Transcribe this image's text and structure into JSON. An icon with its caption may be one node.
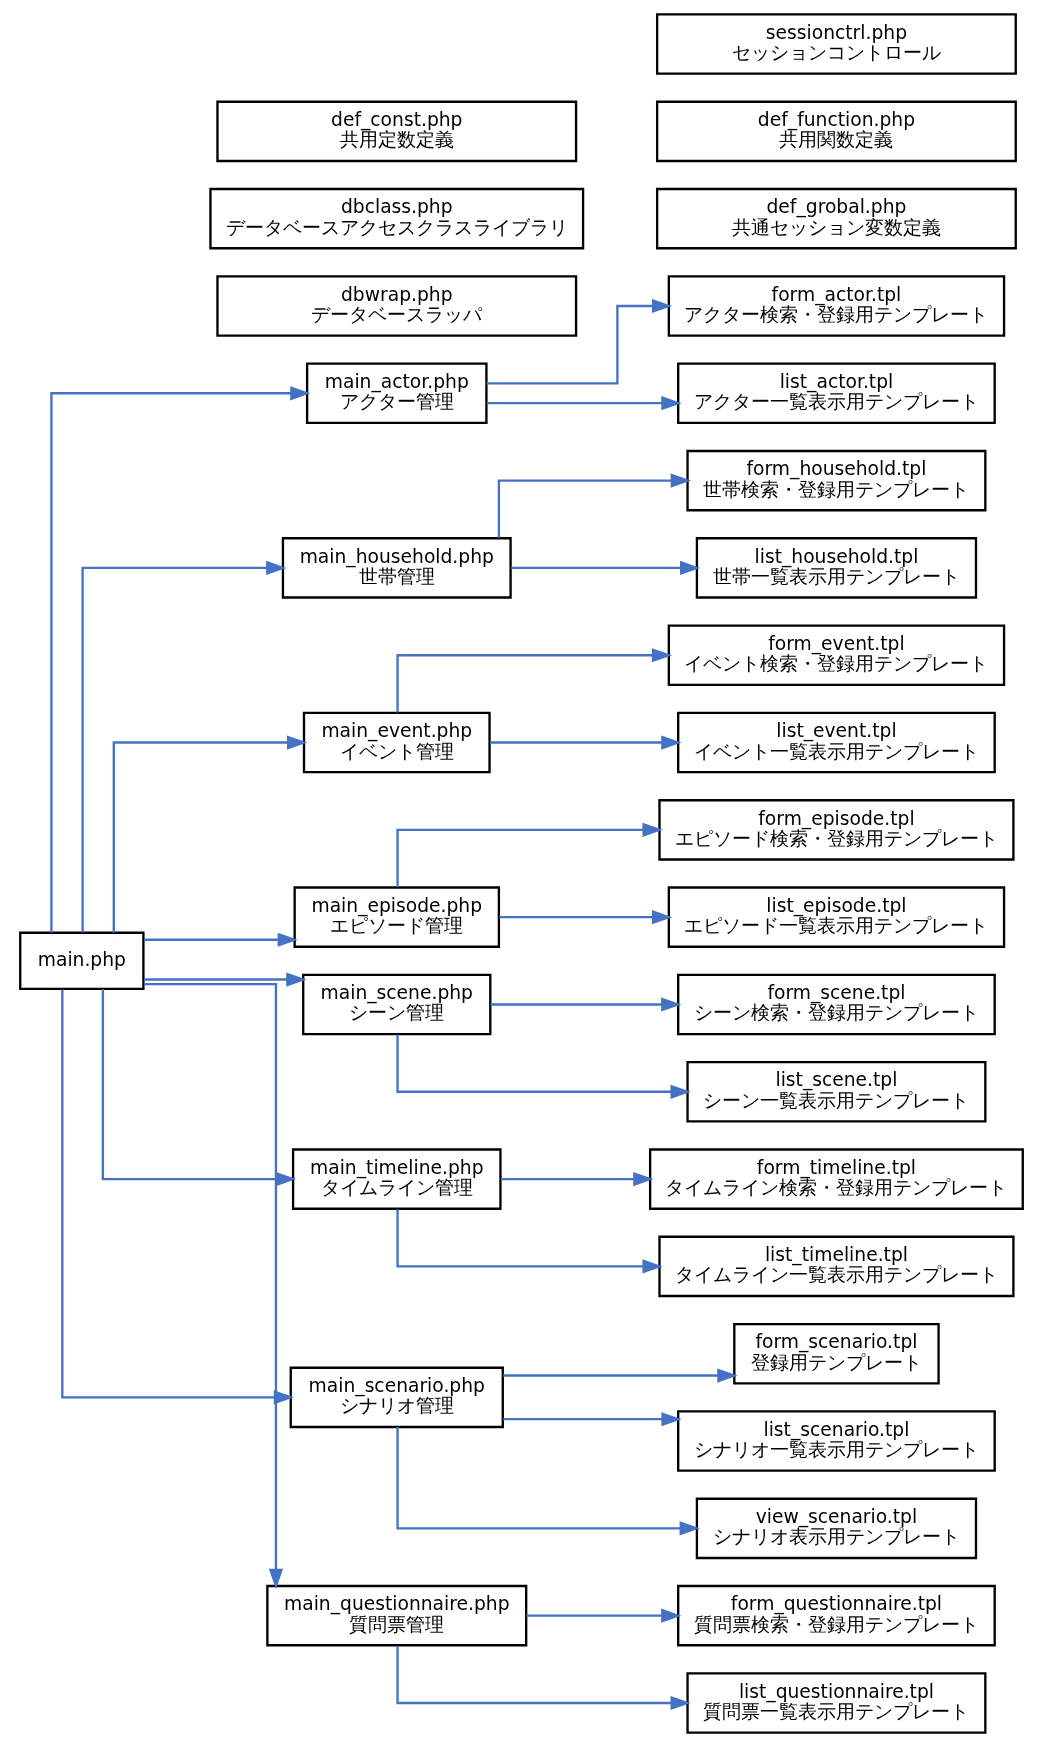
{
  "diagram": {
    "nodes": [
      {
        "text": [
          "main.php"
        ]
      },
      {
        "text": [
          "dbwrap.php データベースラッパ"
        ]
      },
      {
        "text": [
          "def_grobal.php 共通セッション変数定義"
        ]
      },
      {
        "text": [
          "dbclass.php データベースアクセスクラスライブラリ"
        ]
      },
      {
        "text": [
          "def_function.php 共用関数定義"
        ]
      },
      {
        "text": [
          "def_const.php 共用定数定義"
        ]
      },
      {
        "text": [
          "sessionctrl.php セッションコントロール"
        ]
      },
      {
        "text": [
          "main_actor.php アクター管理"
        ]
      },
      {
        "text": [
          "form_actor.tpl アクター検索・登録用テンプレート"
        ]
      },
      {
        "text": [
          "list_actor.tpl アクター一覧表示用テンプレート"
        ]
      },
      {
        "text": [
          "main_household.php 世帯管理"
        ]
      },
      {
        "text": [
          "form_household.tpl 世帯検索・登録用テンプレート"
        ]
      },
      {
        "text": [
          "list_household.tpl 世帯一覧表示用テンプレート"
        ]
      },
      {
        "text": [
          "main_event.php イベント管理"
        ]
      },
      {
        "text": [
          "form_event.tpl イベント検索・登録用テンプレート"
        ]
      },
      {
        "text": [
          "list_event.tpl イベント一覧表示用テンプレート"
        ]
      },
      {
        "text": [
          "main_episode.php エピソード管理"
        ]
      },
      {
        "text": [
          "form_episode.tpl エピソード検索・登録用テンプレート"
        ]
      },
      {
        "text": [
          "list_episode.tpl エピソード一覧表示用テンプレート"
        ]
      },
      {
        "text": [
          "main_scene.php シーン管理"
        ]
      },
      {
        "text": [
          "form_scene.tpl シーン検索・登録用テンプレート"
        ]
      },
      {
        "text": [
          "list_scene.tpl シーン一覧表示用テンプレート"
        ]
      },
      {
        "text": [
          "main_timeline.php タイムライン管理"
        ]
      },
      {
        "text": [
          "form_timeline.tpl タイムライン検索・登録用テンプレート"
        ]
      },
      {
        "text": [
          "list_timeline.tpl タイムライン一覧表示用テンプレート"
        ]
      },
      {
        "text": [
          "main_scenario.php シナリオ管理"
        ]
      },
      {
        "text": [
          "form_scenario.tpl 登録用テンプレート"
        ]
      },
      {
        "text": [
          "list_scenario.tpl シナリオ一覧表示用テンプレート"
        ]
      },
      {
        "text": [
          "view_scenario.tpl シナリオ表示用テンプレート"
        ]
      },
      {
        "text": [
          "main_questionnaire.php 質問票管理"
        ]
      },
      {
        "text": [
          "form_questionnaire.tpl 質問票検索・登録用テンプレート"
        ]
      },
      {
        "text": [
          "list_questionnaire.tpl 質問票一覧表示用テンプレート"
        ]
      }
    ],
    "edges": [
      {
        "from": 0,
        "to": 7,
        "arrow": "to"
      },
      {
        "from": 7,
        "to": 8,
        "arrow": "to"
      },
      {
        "from": 7,
        "to": 9,
        "arrow": "to"
      },
      {
        "from": 0,
        "to": 10,
        "arrow": "to"
      },
      {
        "from": 10,
        "to": 11,
        "arrow": "to"
      },
      {
        "from": 10,
        "to": 12,
        "arrow": "to"
      },
      {
        "from": 0,
        "to": 13,
        "arrow": "to"
      },
      {
        "from": 13,
        "to": 14,
        "arrow": "to"
      },
      {
        "from": 13,
        "to": 15,
        "arrow": "to"
      },
      {
        "from": 0,
        "to": 16,
        "arrow": "to"
      },
      {
        "from": 16,
        "to": 17,
        "arrow": "to"
      },
      {
        "from": 16,
        "to": 18,
        "arrow": "to"
      },
      {
        "from": 0,
        "to": 19,
        "arrow": "to"
      },
      {
        "from": 19,
        "to": 20,
        "arrow": "to"
      },
      {
        "from": 19,
        "to": 21,
        "arrow": "to"
      },
      {
        "from": 0,
        "to": 22,
        "arrow": "to"
      },
      {
        "from": 22,
        "to": 23,
        "arrow": "to"
      },
      {
        "from": 22,
        "to": 24,
        "arrow": "to"
      },
      {
        "from": 0,
        "to": 25,
        "arrow": "to"
      },
      {
        "from": 25,
        "to": 26,
        "arrow": "to"
      },
      {
        "from": 25,
        "to": 27,
        "arrow": "to"
      },
      {
        "from": 25,
        "to": 28,
        "arrow": "to"
      },
      {
        "from": 0,
        "to": 29,
        "arrow": "to"
      },
      {
        "from": 29,
        "to": 30,
        "arrow": "to"
      },
      {
        "from": 29,
        "to": 31,
        "arrow": "to"
      }
    ]
  }
}
